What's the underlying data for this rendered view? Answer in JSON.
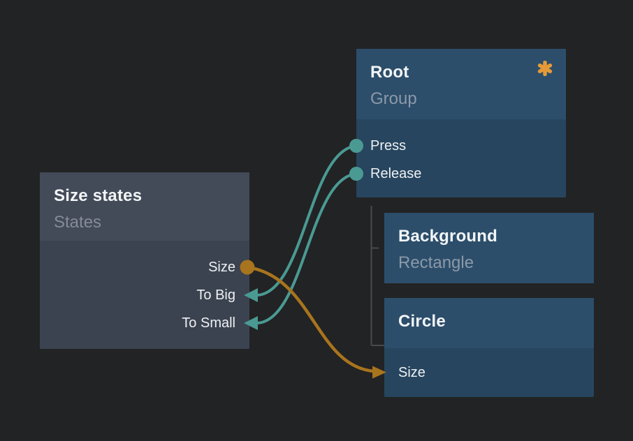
{
  "canvas": {
    "background_color": "#222324",
    "hierarchy_line_color": "#4a4a4a"
  },
  "colors": {
    "wire_teal": "#4a9a93",
    "wire_orange": "#a8741d",
    "badge_orange": "#e59a37",
    "node_blue_header": "#2c4e6b",
    "node_blue_body": "#27455e",
    "node_gray_header": "#434a58",
    "node_gray_body": "#3c4350"
  },
  "nodes": {
    "size_states": {
      "title": "Size states",
      "subtitle": "States",
      "ports": {
        "size": "Size",
        "to_big": "To Big",
        "to_small": "To Small"
      }
    },
    "root": {
      "title": "Root",
      "subtitle": "Group",
      "badge_icon": "asterisk-icon",
      "ports": {
        "press": "Press",
        "release": "Release"
      }
    },
    "background": {
      "title": "Background",
      "subtitle": "Rectangle"
    },
    "circle": {
      "title": "Circle",
      "ports": {
        "size": "Size"
      }
    }
  },
  "connections": [
    {
      "from": "root.press",
      "to": "size_states.to_big",
      "color": "#4a9a93"
    },
    {
      "from": "root.release",
      "to": "size_states.to_small",
      "color": "#4a9a93"
    },
    {
      "from": "size_states.size",
      "to": "circle.size",
      "color": "#a8741d"
    }
  ],
  "hierarchy": [
    {
      "parent": "root",
      "children": [
        "background",
        "circle"
      ]
    }
  ]
}
